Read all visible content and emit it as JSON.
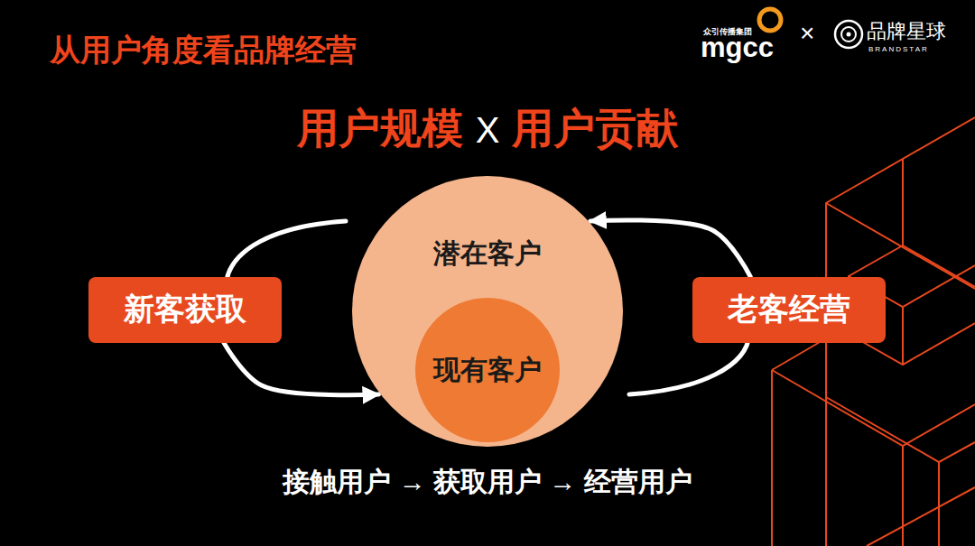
{
  "diagram": {
    "title": "从用户角度看品牌经营",
    "nodes": [
      {
        "text": [
          "新客获取"
        ]
      },
      {
        "text": [
          "潜在客户"
        ]
      },
      {
        "text": [
          "现有客户"
        ],
        "in": 1
      },
      {
        "text": [
          "老客经营"
        ]
      }
    ],
    "edges": [
      {
        "from": 0,
        "to": 1,
        "arrow": "to"
      },
      {
        "from": 3,
        "to": 1,
        "arrow": "to"
      }
    ],
    "labels": [
      "众引传播集团",
      "mgcc",
      "×",
      "品牌星球",
      "BRANDSTAR",
      "用户规模",
      "X",
      "用户贡献",
      "接触用户 → 获取用户 → 经营用户"
    ]
  }
}
